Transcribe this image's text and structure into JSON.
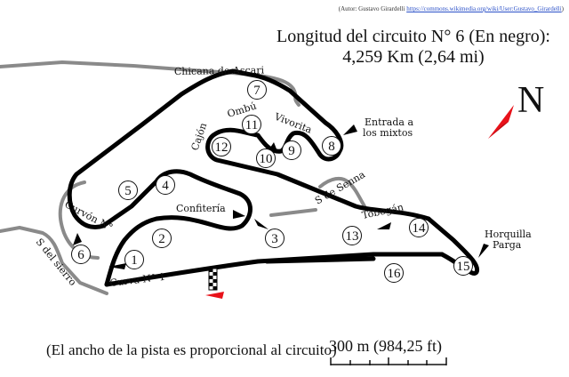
{
  "credit": {
    "prefix": "(Autor: Gustavo Girardelli",
    "url": "https://commons.wikimedia.org/wiki/User:Gustavo_Girardelli",
    "suffix": ")"
  },
  "title": {
    "line1": "Longitud del circuito N° 6 (En negro):",
    "line2": "4,259 Km (2,64 mi)"
  },
  "north_label": "N",
  "colors": {
    "track": "#000000",
    "unused_track": "#8a8a8a",
    "arrow": "#e8121a"
  },
  "corner_names": {
    "chicana": "Chicana de Ascari",
    "ombu": "Ombú",
    "cajon": "Cajón",
    "vivorita": "Vivorita",
    "entrada": "Entrada a",
    "mixtos": "los mixtos",
    "curvon8": "Curvón N° 8",
    "confiteria": "Confitería",
    "senna": "S de Senna",
    "tobogan": "Tobogán",
    "horquilla": "Horquilla",
    "parga": "Parga",
    "curva1": "Curva N° 1",
    "sierro": "S del sierro"
  },
  "corner_numbers": [
    "1",
    "2",
    "3",
    "4",
    "5",
    "6",
    "7",
    "8",
    "9",
    "10",
    "11",
    "12",
    "13",
    "14",
    "15",
    "16"
  ],
  "footnote": "(El ancho de la pista es proporcional al circuito)",
  "scale": {
    "label": "300 m (984,25 ft)"
  }
}
